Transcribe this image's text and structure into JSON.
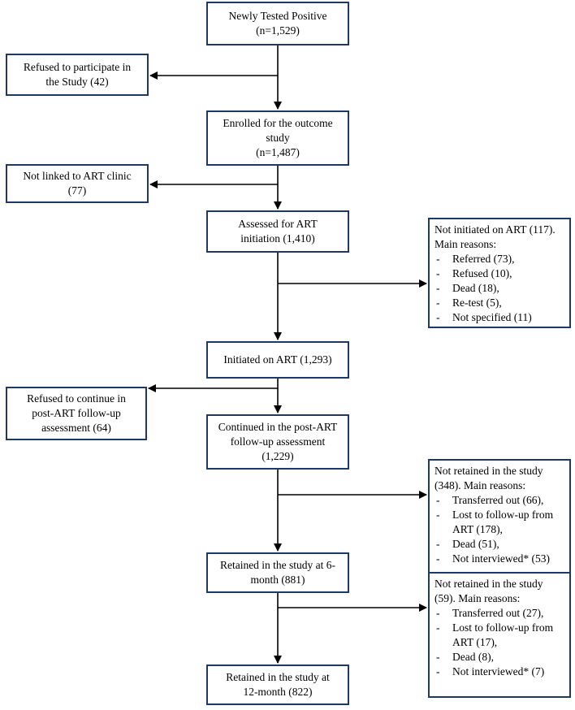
{
  "nodes": {
    "tested": {
      "lines": [
        "Newly Tested Positive",
        "(n=1,529)"
      ]
    },
    "refused1": {
      "lines": [
        "Refused to participate in",
        "the Study (42)"
      ]
    },
    "enrolled": {
      "lines": [
        "Enrolled for the outcome",
        "study",
        "(n=1,487)"
      ]
    },
    "notlinked": {
      "lines": [
        "Not linked to ART clinic",
        "(77)"
      ]
    },
    "assessed": {
      "lines": [
        "Assessed for ART",
        "initiation (1,410)"
      ]
    },
    "initiated": {
      "lines": [
        "Initiated on ART (1,293)"
      ]
    },
    "refused2": {
      "lines": [
        "Refused to continue in",
        "post-ART follow-up",
        "assessment (64)"
      ]
    },
    "continued": {
      "lines": [
        "Continued in the post-ART",
        "follow-up assessment",
        "(1,229)"
      ]
    },
    "retained6": {
      "lines": [
        "Retained in the study at 6-",
        "month (881)"
      ]
    },
    "retained12": {
      "lines": [
        "Retained in the study at",
        "12-month (822)"
      ]
    }
  },
  "side_boxes": {
    "notinitiated": {
      "head": [
        "Not initiated on ART (117).",
        "Main reasons:"
      ],
      "items": [
        [
          "Referred (73),"
        ],
        [
          "Refused (10),"
        ],
        [
          "Dead (18),"
        ],
        [
          "Re-test (5),"
        ],
        [
          "Not specified (11)"
        ]
      ]
    },
    "notretained6": {
      "head": [
        "Not retained in the study",
        "(348). Main reasons:"
      ],
      "items": [
        [
          "Transferred out (66),"
        ],
        [
          "Lost to follow-up from",
          "ART (178),"
        ],
        [
          "Dead (51),"
        ],
        [
          "Not interviewed* (53)"
        ]
      ]
    },
    "notretained12": {
      "head": [
        "Not retained in the study",
        "(59). Main reasons:"
      ],
      "items": [
        [
          "Transferred out (27),"
        ],
        [
          "Lost to follow-up from",
          "ART (17),"
        ],
        [
          "Dead (8),"
        ],
        [
          "Not interviewed* (7)"
        ]
      ]
    }
  },
  "bullet": "-"
}
